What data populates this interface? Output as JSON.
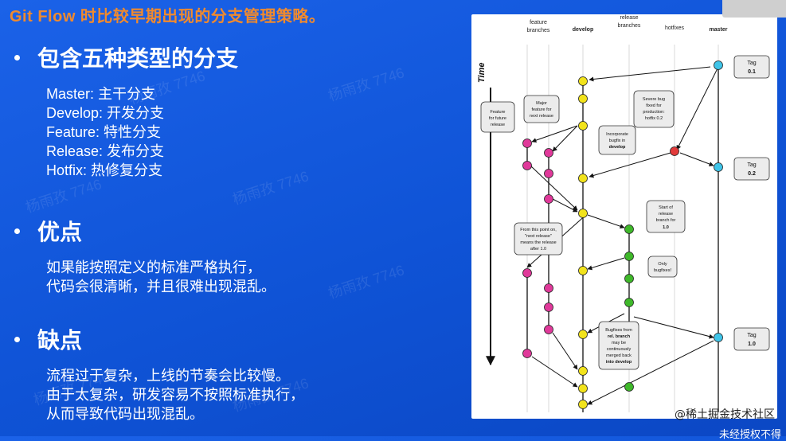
{
  "slide": {
    "title": "Git Flow 时比较早期出现的分支管理策略。",
    "sections": [
      {
        "heading": "包含五种类型的分支",
        "lines": [
          "Master: 主干分支",
          "Develop: 开发分支",
          "Feature: 特性分支",
          "Release: 发布分支",
          "Hotfix: 热修复分支"
        ]
      },
      {
        "heading": "优点",
        "lines": [
          "如果能按照定义的标准严格执行，",
          "代码会很清晰，并且很难出现混乱。"
        ]
      },
      {
        "heading": "缺点",
        "lines": [
          "流程过于复杂，上线的节奏会比较慢。",
          "由于太复杂，研发容易不按照标准执行，",
          "从而导致代码出现混乱。"
        ]
      }
    ],
    "watermark": "杨雨孜 7746",
    "footer_logo": "@稀土掘金技术社区",
    "footer_cut": "未经授权不得"
  },
  "diagram": {
    "time_label": "Time",
    "columns": {
      "feature_1": "feature",
      "feature_2": "branches",
      "develop": "develop",
      "release_1": "release",
      "release_2": "branches",
      "hotfixes": "hotfixes",
      "master": "master"
    },
    "colors": {
      "feature": "#e0399a",
      "develop": "#f2e31b",
      "release": "#3fb82a",
      "hotfix": "#e23a3a",
      "master": "#3fc4e8"
    },
    "tags": {
      "tag1_label": "Tag",
      "tag1_version": "0.1",
      "tag2_label": "Tag",
      "tag2_version": "0.2",
      "tag3_label": "Tag",
      "tag3_version": "1.0"
    },
    "callouts": {
      "future": [
        "Feature",
        "for future",
        "release"
      ],
      "major": [
        "Major",
        "feature for",
        "next release"
      ],
      "severe": [
        "Severe bug",
        "fixed for",
        "production:",
        "hotfix 0.2"
      ],
      "incorporate": [
        "Incorporate",
        "bugfix in",
        "develop"
      ],
      "start_release": [
        "Start of",
        "release",
        "branch for",
        "1.0"
      ],
      "from_this_point": [
        "From this point on,",
        "\"next release\"",
        "means the release",
        "after 1.0"
      ],
      "only_bugfixes": [
        "Only",
        "bugfixes!"
      ],
      "bugfixes_from": [
        "Bugfixes from",
        "rel. branch",
        "may be",
        "continuously",
        "merged back",
        "into develop"
      ]
    }
  }
}
